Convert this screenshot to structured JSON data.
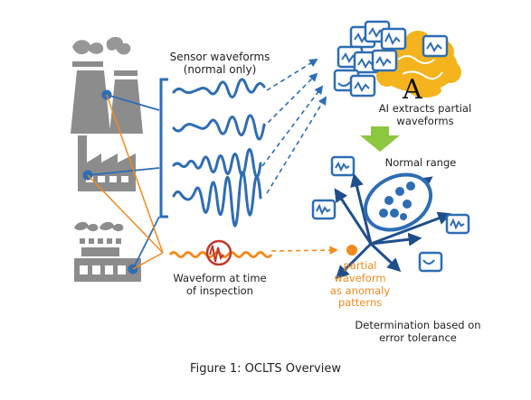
{
  "labels": {
    "sensor_waveforms": "Sensor waveforms",
    "normal_only": "(normal only)",
    "ai_extracts_1": "AI extracts partial",
    "ai_extracts_2": "waveforms",
    "ai_letter": "A",
    "normal_range": "Normal range",
    "waveform_inspection_1": "Waveform at time",
    "waveform_inspection_2": "of inspection",
    "partial_1": "partial",
    "partial_2": "waveform",
    "partial_3": "as anomaly",
    "partial_4": "patterns",
    "determination_1": "Determination based on",
    "determination_2": "error tolerance"
  },
  "caption": "Figure 1: OCLTS Overview",
  "colors": {
    "gray_icon": "#8c8c8c",
    "blue": "#2e6db4",
    "blue_dark": "#1f4e8c",
    "orange": "#f28a1d",
    "red_circle": "#c0392b",
    "green_arrow": "#8dc63f",
    "yellow_brain": "#f5b41d"
  },
  "icons": [
    "power-plant-icon",
    "factory-icon",
    "industrial-plant-icon",
    "ai-brain-icon",
    "waveform-card-icon"
  ]
}
